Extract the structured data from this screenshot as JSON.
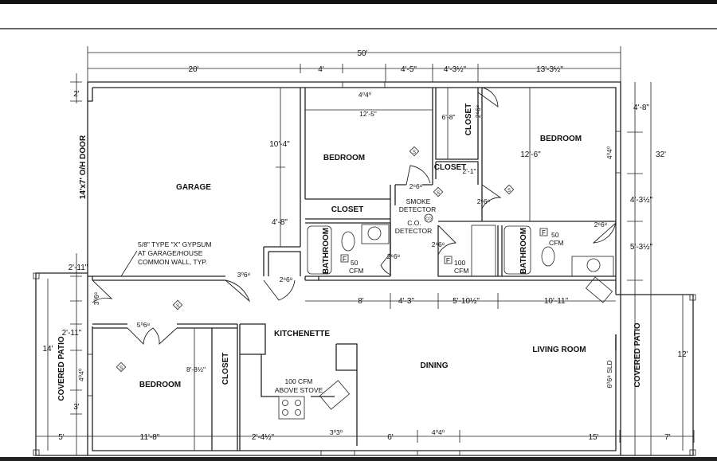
{
  "rooms": {
    "garage": "GARAGE",
    "bedroom_top": "BEDROOM",
    "bedroom_right": "BEDROOM",
    "bedroom_left": "BEDROOM",
    "closet_a": "CLOSET",
    "closet_b": "CLOSET",
    "closet_c": "CLOSET",
    "closet_d": "CLOSET",
    "bathroom_a": "BATHROOM",
    "bathroom_b": "BATHROOM",
    "kitchenette": "KITCHENETTE",
    "dining": "DINING",
    "living_room": "LIVING ROOM",
    "patio_left": "COVERED PATIO",
    "patio_right": "COVERED PATIO"
  },
  "notes": {
    "oh_door": "14'x7' O/H DOOR",
    "gypsum_1": "5/8\" TYPE \"X\" GYPSUM",
    "gypsum_2": "AT GARAGE/HOUSE",
    "gypsum_3": "COMMON WALL, TYP.",
    "smoke_1": "SMOKE",
    "smoke_2": "DETECTOR",
    "co_1": "C.O.",
    "co_2": "DETECTOR",
    "co_symbol": "CO",
    "fan_a_1": "50",
    "fan_a_2": "CFM",
    "fan_b_1": "100",
    "fan_b_2": "CFM",
    "fan_c_1": "50",
    "fan_c_2": "CFM",
    "stove_1": "100  CFM",
    "stove_2": "ABOVE  STOVE",
    "fan_symbol": "F",
    "smoke_symbol": "S"
  },
  "dimensions": {
    "overall_width": "50'",
    "top": [
      "20'",
      "4'",
      "4'-5\"",
      "4'-3½\"",
      "13'-3½\""
    ],
    "right": [
      "4'-8\"",
      "4'-3½\"",
      "5'-3½\"",
      "32'"
    ],
    "left": [
      "2'",
      "2'-11\"",
      "2'-11\"",
      "14'",
      "3'"
    ],
    "bottom": [
      "5'",
      "11'-8\"",
      "2'-4½\"",
      "6'",
      "15'",
      "7'"
    ],
    "interior": {
      "garage_a": "10'-4\"",
      "garage_b": "4'-8\"",
      "bed_top_width": "12'-5\"",
      "closet_depth": "6'-8\"",
      "closet_small": "2'-1\"",
      "bed_right_depth": "12'-6\"",
      "bed_left_depth": "8'-8½\"",
      "hall_a": "8'",
      "hall_b": "4'-3\"",
      "hall_c": "5'-10½\"",
      "hall_d": "10'-11\"",
      "patio_right_depth": "12'"
    }
  },
  "openings": {
    "win_top": "4⁰4⁰",
    "win_right": "4⁰4⁰",
    "win_left": "4⁰4⁰",
    "win_bottom": "4⁰4⁰",
    "win_kitchen": "3⁰3⁰",
    "door_26": "2⁶6⁸",
    "door_36": "3⁰6⁸",
    "door_50": "5⁰6⁸",
    "slider": "6⁰6⁸ SLD"
  },
  "colors": {
    "line": "#222222",
    "background": "#ffffff"
  }
}
